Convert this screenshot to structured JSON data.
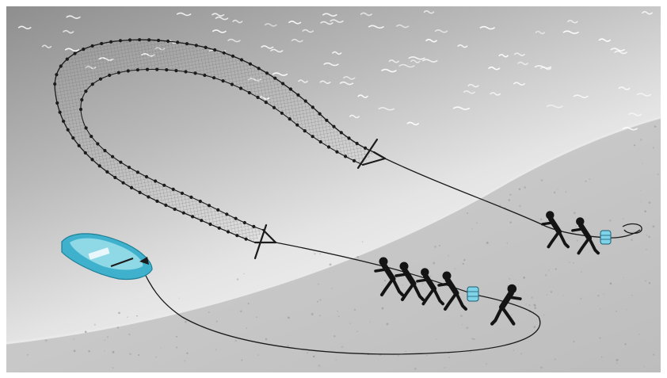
{
  "scene": {
    "subject": "beach-seine-fishing-illustration",
    "palette": {
      "sea_dark": "#8f8f8f",
      "sea_mid": "#c4c4c4",
      "sea_light": "#f2f2f2",
      "sand": "#c9c9c9",
      "sand_speckle": "#a0a0a0",
      "boat": "#3fb1cc",
      "boat_inner": "#8fd8e6",
      "barrel": "#7fd3e8",
      "rope": "#1b1b1b",
      "figures": "#141414",
      "wave": "#ffffff"
    },
    "counts": {
      "pullers_near_group": 5,
      "pullers_far_group": 2,
      "barrels": 2
    }
  }
}
